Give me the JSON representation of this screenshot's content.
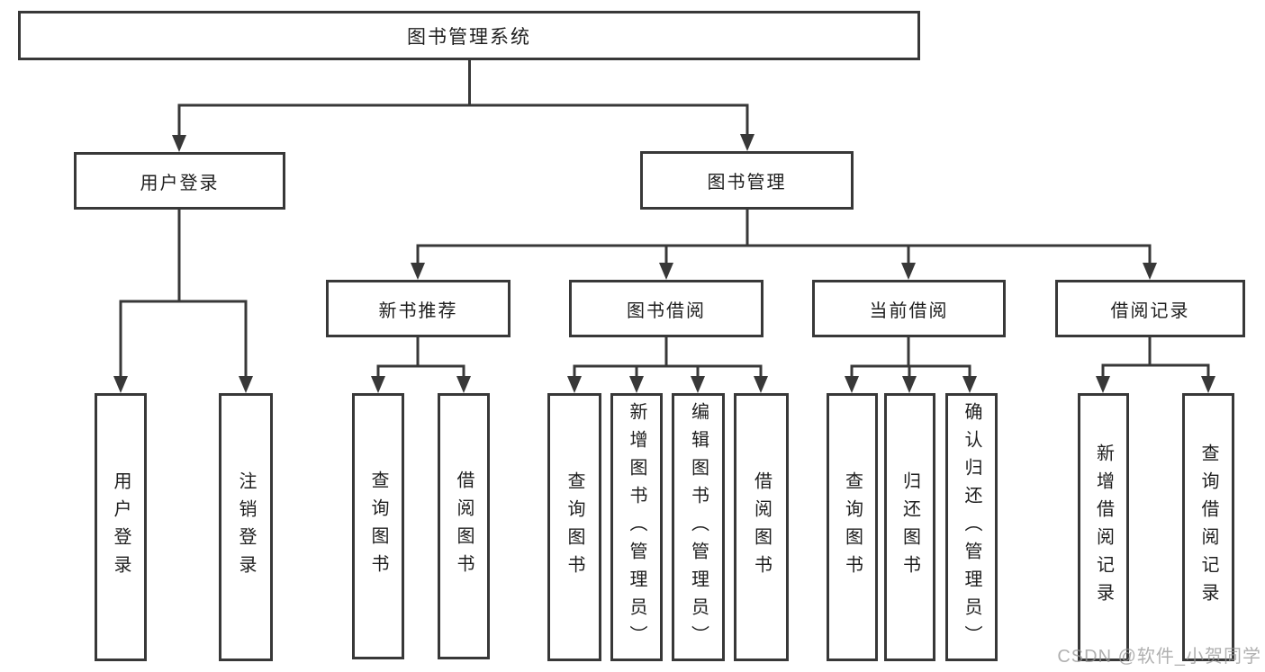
{
  "tree": {
    "root": {
      "label": "图书管理系统"
    },
    "level2": [
      {
        "label": "用户登录",
        "children": [
          {
            "label": "用户登录"
          },
          {
            "label": "注销登录"
          }
        ]
      },
      {
        "label": "图书管理",
        "children": [
          {
            "label": "新书推荐",
            "children": [
              {
                "label": "查询图书"
              },
              {
                "label": "借阅图书"
              }
            ]
          },
          {
            "label": "图书借阅",
            "children": [
              {
                "label": "查询图书"
              },
              {
                "label": "新增图书（管理员）"
              },
              {
                "label": "编辑图书（管理员）"
              },
              {
                "label": "借阅图书"
              }
            ]
          },
          {
            "label": "当前借阅",
            "children": [
              {
                "label": "查询图书"
              },
              {
                "label": "归还图书"
              },
              {
                "label": "确认归还（管理员）"
              }
            ]
          },
          {
            "label": "借阅记录",
            "children": [
              {
                "label": "新增借阅记录"
              },
              {
                "label": "查询借阅记录"
              }
            ]
          }
        ]
      }
    ]
  },
  "watermark": {
    "text": "CSDN @软件_小贺同学"
  },
  "colors": {
    "line": "#383838",
    "background": "#ffffff",
    "watermark": "#969696"
  }
}
